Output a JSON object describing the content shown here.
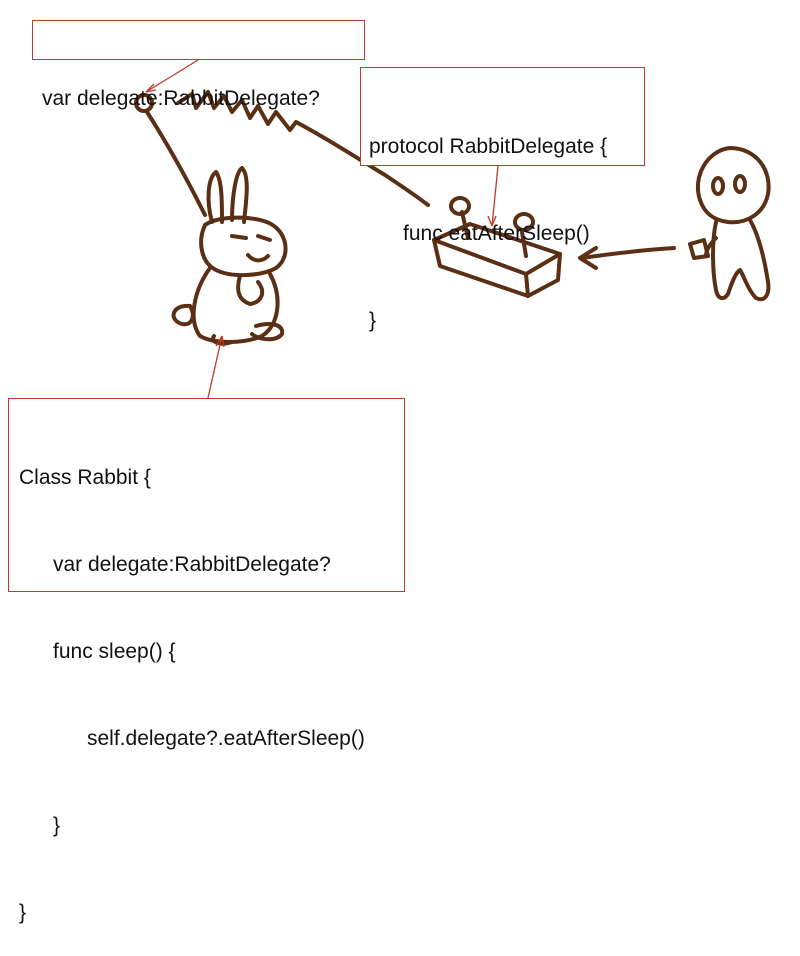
{
  "callouts": {
    "var_delegate": {
      "line1": "var delegate:RabbitDelegate?"
    },
    "protocol": {
      "line1": "protocol RabbitDelegate {",
      "line2": "func eatAfterSleep()",
      "line3": "}"
    },
    "class_rabbit": {
      "line1": "Class Rabbit {",
      "line2": "var delegate:RabbitDelegate?",
      "line3": "func sleep() {",
      "line4": "self.delegate?.eatAfterSleep()",
      "line5": "}",
      "line6": "}"
    }
  },
  "colors": {
    "ink": "#5a2f14",
    "callout_border": "#c0392b"
  },
  "figures": [
    "rabbit",
    "antenna-ball",
    "wire",
    "controller-box",
    "stick-person",
    "arrow-left"
  ]
}
